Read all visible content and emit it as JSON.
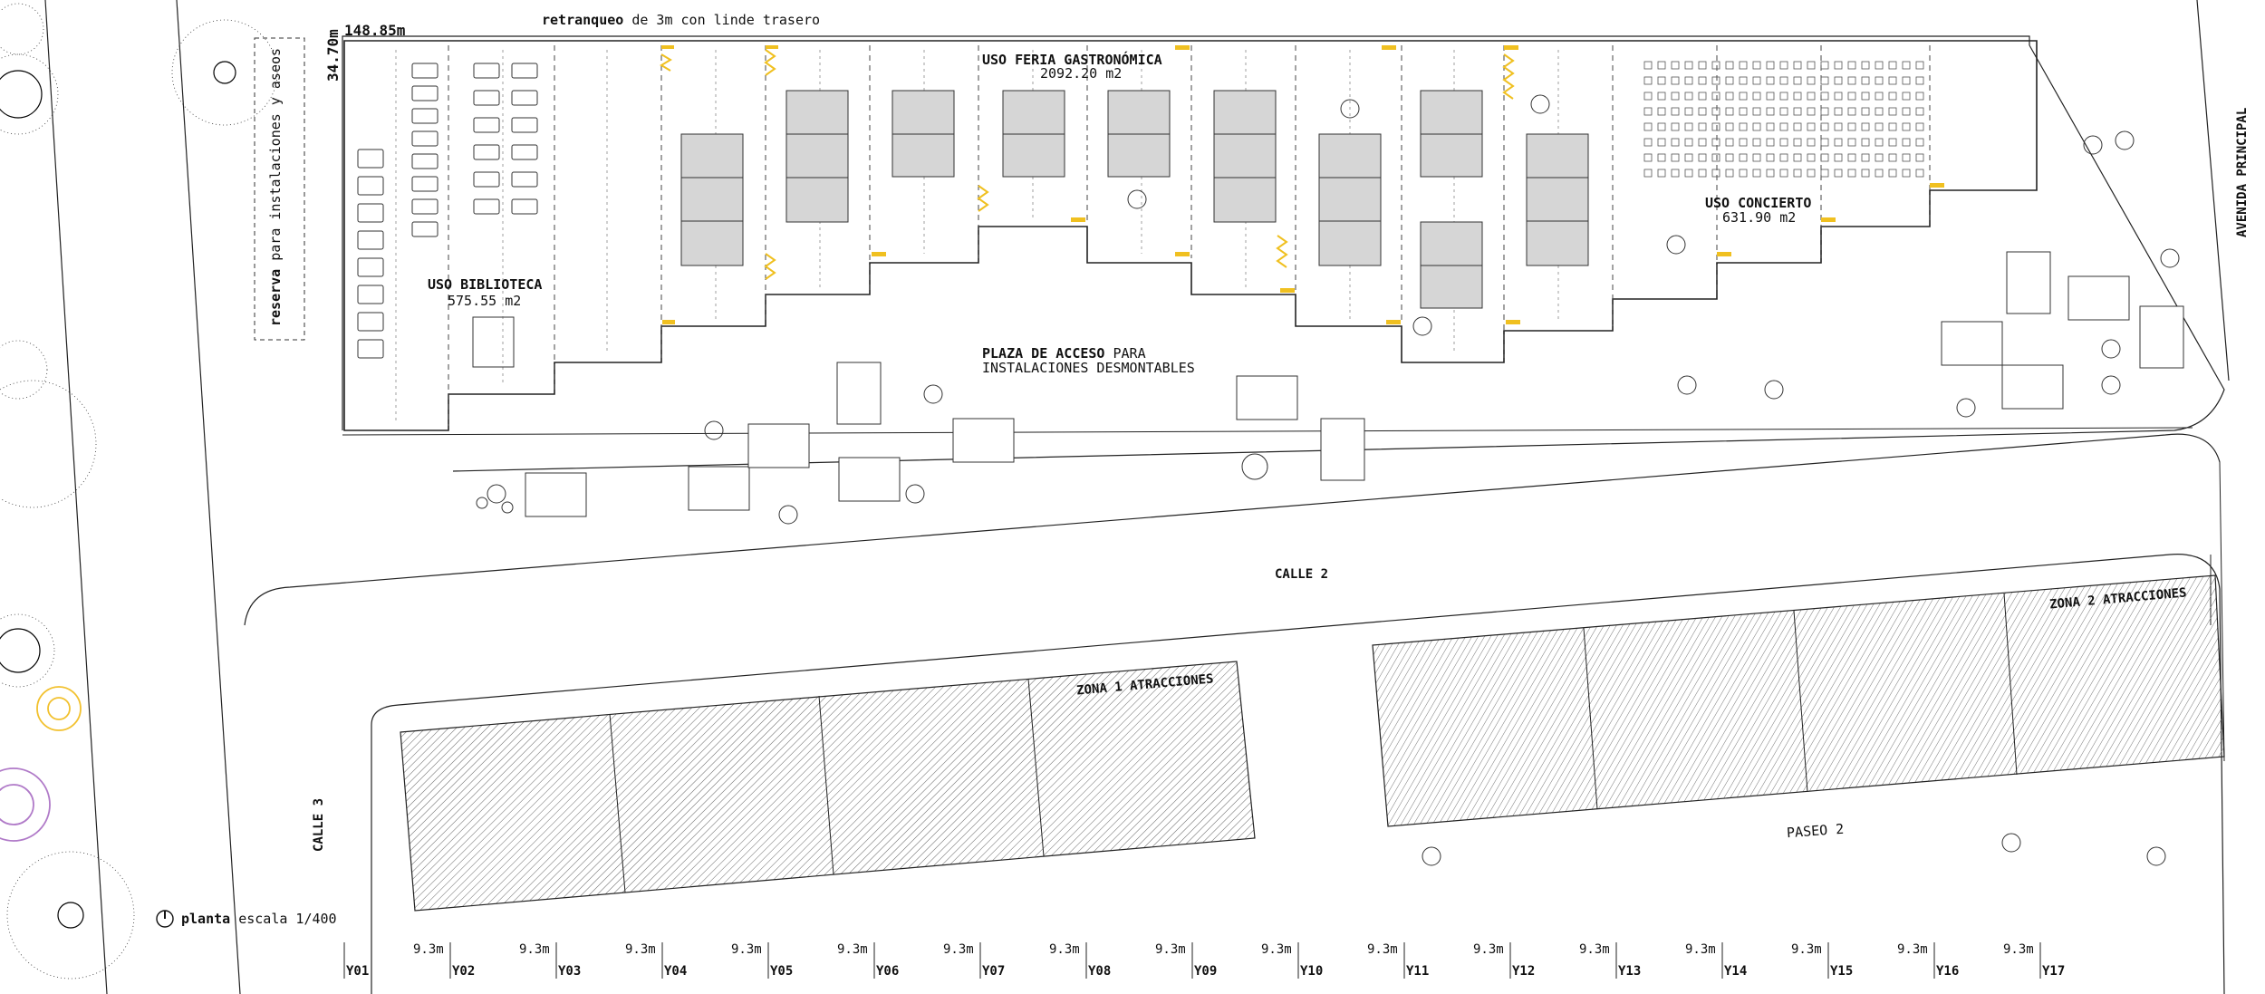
{
  "top_note": {
    "bold": "retranqueo",
    "rest": "de 3m con linde trasero"
  },
  "dim_width": "148.85m",
  "dim_height": "34.70m",
  "reserve": {
    "bold": "reserva",
    "rest": "para instalaciones y aseos"
  },
  "uses": {
    "biblioteca": {
      "name": "USO BIBLIOTECA",
      "area": "575.55 m2"
    },
    "feria": {
      "name": "USO FERIA GASTRONÓMICA",
      "area": "2092.20 m2"
    },
    "concierto": {
      "name": "USO CONCIERTO",
      "area": "631.90 m2"
    }
  },
  "plaza": {
    "bold": "PLAZA DE ACCESO",
    "rest1": "PARA",
    "rest2": "INSTALACIONES DESMONTABLES"
  },
  "streets": {
    "calle2": "CALLE 2",
    "calle3": "CALLE 3",
    "avenida": "AVENIDA PRINCIPAL",
    "paseo": "PASEO 2"
  },
  "zones": {
    "z1": "ZONA 1 ATRACCIONES",
    "z2": "ZONA 2 ATRACCIONES"
  },
  "legend": {
    "bold": "planta",
    "rest": "escala 1/400"
  },
  "grid": {
    "spacing_label": "9.3m",
    "axes": [
      "Y01",
      "Y02",
      "Y03",
      "Y04",
      "Y05",
      "Y06",
      "Y07",
      "Y08",
      "Y09",
      "Y10",
      "Y11",
      "Y12",
      "Y13",
      "Y14",
      "Y15",
      "Y16",
      "Y17"
    ]
  },
  "colors": {
    "line": "#222222",
    "accent_yellow": "#f0c020",
    "tree_purple": "#b07ac8",
    "tree_yellow": "#f2c12e",
    "hatch": "#555555"
  },
  "icons": [
    "north-arrow-icon",
    "tree-icon",
    "table-icon",
    "chair-icon"
  ]
}
